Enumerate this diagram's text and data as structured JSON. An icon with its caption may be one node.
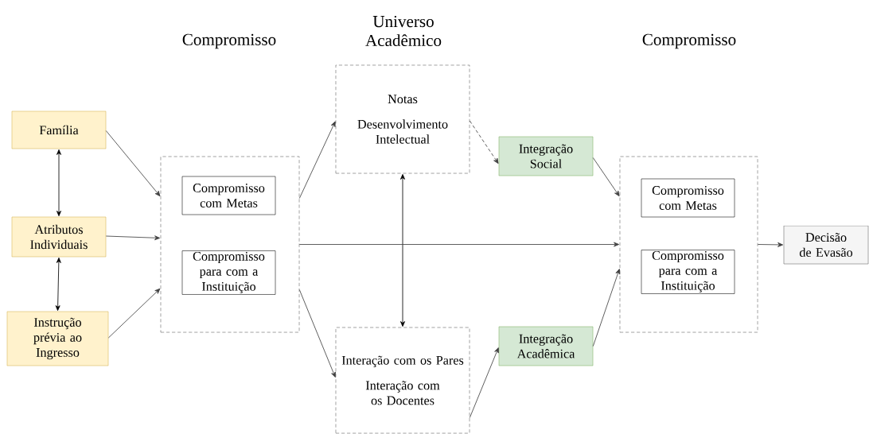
{
  "diagram": {
    "nodes": [
      {
        "text": [
          "Família"
        ]
      },
      {
        "text": [
          "Atributos Individuais"
        ]
      },
      {
        "text": [
          "Instrução prévia ao Ingresso"
        ]
      },
      {
        "text": [],
        "shape": "box"
      },
      {
        "text": [
          "Compromisso com Metas"
        ],
        "in": 3
      },
      {
        "text": [
          "Compromisso para com a Instituição"
        ],
        "in": 3
      },
      {
        "text": [
          "Notas",
          "Desenvolvimento Intelectual"
        ]
      },
      {
        "text": [
          "Interação com os Pares",
          "Interação com os Docentes"
        ]
      },
      {
        "text": [
          "Integração Social"
        ]
      },
      {
        "text": [
          "Integração Acadêmica"
        ]
      },
      {
        "text": [],
        "shape": "box"
      },
      {
        "text": [
          "Compromisso com Metas"
        ],
        "in": 10
      },
      {
        "text": [
          "Compromisso para com a Instituição"
        ],
        "in": 10
      },
      {
        "text": [
          "Decisão de Evasão"
        ]
      }
    ],
    "edges": [
      {
        "from": 0,
        "to": 1,
        "arrow": "both"
      },
      {
        "from": 1,
        "to": 2,
        "arrow": "both"
      },
      {
        "from": 0,
        "to": 3,
        "arrow": "to"
      },
      {
        "from": 1,
        "to": 3,
        "arrow": "to"
      },
      {
        "from": 2,
        "to": 3,
        "arrow": "to"
      },
      {
        "from": 3,
        "to": 6,
        "arrow": "to"
      },
      {
        "from": 3,
        "to": 7,
        "arrow": "to"
      },
      {
        "from": 6,
        "to": 8,
        "arrow": "to",
        "style": "dashed"
      },
      {
        "from": 6,
        "to": 7,
        "arrow": "both"
      },
      {
        "from": 3,
        "to": 10,
        "arrow": "to"
      },
      {
        "from": 7,
        "to": 9,
        "arrow": "to"
      },
      {
        "from": 8,
        "to": 10,
        "arrow": "to"
      },
      {
        "from": 9,
        "to": 10,
        "arrow": "to"
      },
      {
        "from": 10,
        "to": 13,
        "arrow": "to"
      }
    ],
    "labels": [
      "Compromisso",
      "Universo Acadêmico",
      "Compromisso"
    ]
  }
}
